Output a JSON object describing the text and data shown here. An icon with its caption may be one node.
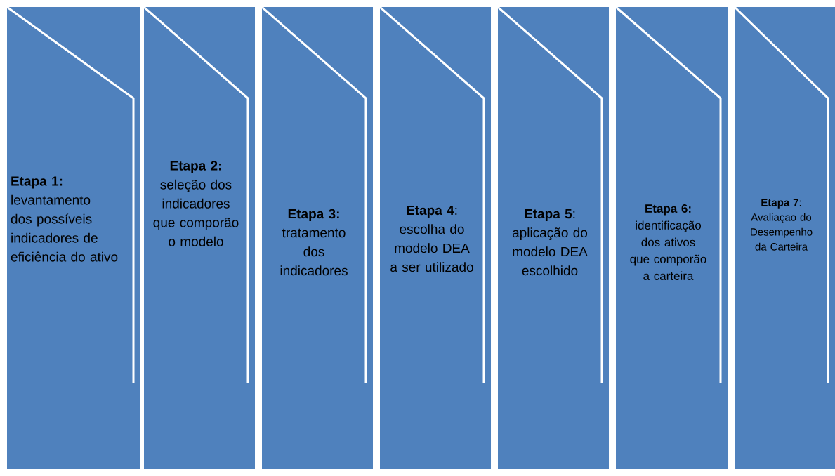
{
  "diagram": {
    "nodes": [
      {
        "text": [
          "**Etapa 1:**",
          "levantamento dos possíveis indicadores de eficiência do ativo"
        ]
      },
      {
        "text": [
          "**Etapa 2:**",
          "seleção dos indicadores que comporão o modelo"
        ]
      },
      {
        "text": [
          "**Etapa 3:**",
          "tratamento dos indicadores"
        ]
      },
      {
        "text": [
          "**Etapa  4**:",
          "escolha do modelo DEA a ser utilizado"
        ]
      },
      {
        "text": [
          "**Etapa 5**:",
          "aplicação do modelo DEA escolhido"
        ]
      },
      {
        "text": [
          "**Etapa 6:**",
          "identificação dos ativos que comporão a carteira"
        ]
      },
      {
        "text": [
          "**Etapa 7**:",
          "Avaliaçao do Desempenho da Carteira"
        ]
      }
    ]
  }
}
